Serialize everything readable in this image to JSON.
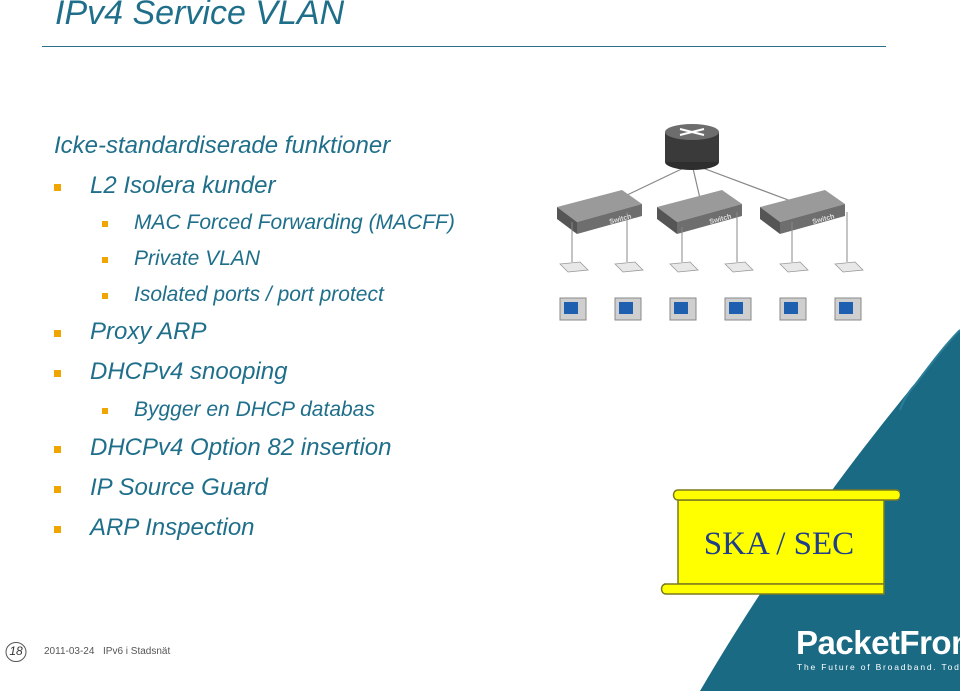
{
  "slide": {
    "title": "IPv4 Service VLAN",
    "heading": "Icke-standardiserade funktioner",
    "bullets": [
      {
        "level": 1,
        "text": "L2 Isolera kunder"
      },
      {
        "level": 2,
        "text": "MAC Forced Forwarding (MACFF)"
      },
      {
        "level": 2,
        "text": "Private VLAN"
      },
      {
        "level": 2,
        "text": "Isolated ports / port protect"
      },
      {
        "level": 1,
        "text": "Proxy ARP"
      },
      {
        "level": 1,
        "text": "DHCPv4 snooping"
      },
      {
        "level": 2,
        "text": "Bygger en DHCP databas"
      },
      {
        "level": 1,
        "text": "DHCPv4 Option 82 insertion"
      },
      {
        "level": 1,
        "text": "IP Source Guard"
      },
      {
        "level": 1,
        "text": "ARP Inspection"
      }
    ],
    "callout": "SKA / SEC",
    "switch_label": "Switch"
  },
  "footer": {
    "page_number": "18",
    "date": "2011-03-24",
    "subtitle": "IPv6 i Stadsnät"
  },
  "logo": {
    "name": "PacketFront",
    "registered": "®",
    "tagline": "The Future of Broadband. Today"
  },
  "colors": {
    "text": "#1f6f8b",
    "bullet": "#f0a500",
    "band": "#1b6a84",
    "callout_fill": "#ffff00",
    "callout_text": "#1f3f8a"
  },
  "icons": [
    "router-icon",
    "switch-icon",
    "pc-icon"
  ]
}
